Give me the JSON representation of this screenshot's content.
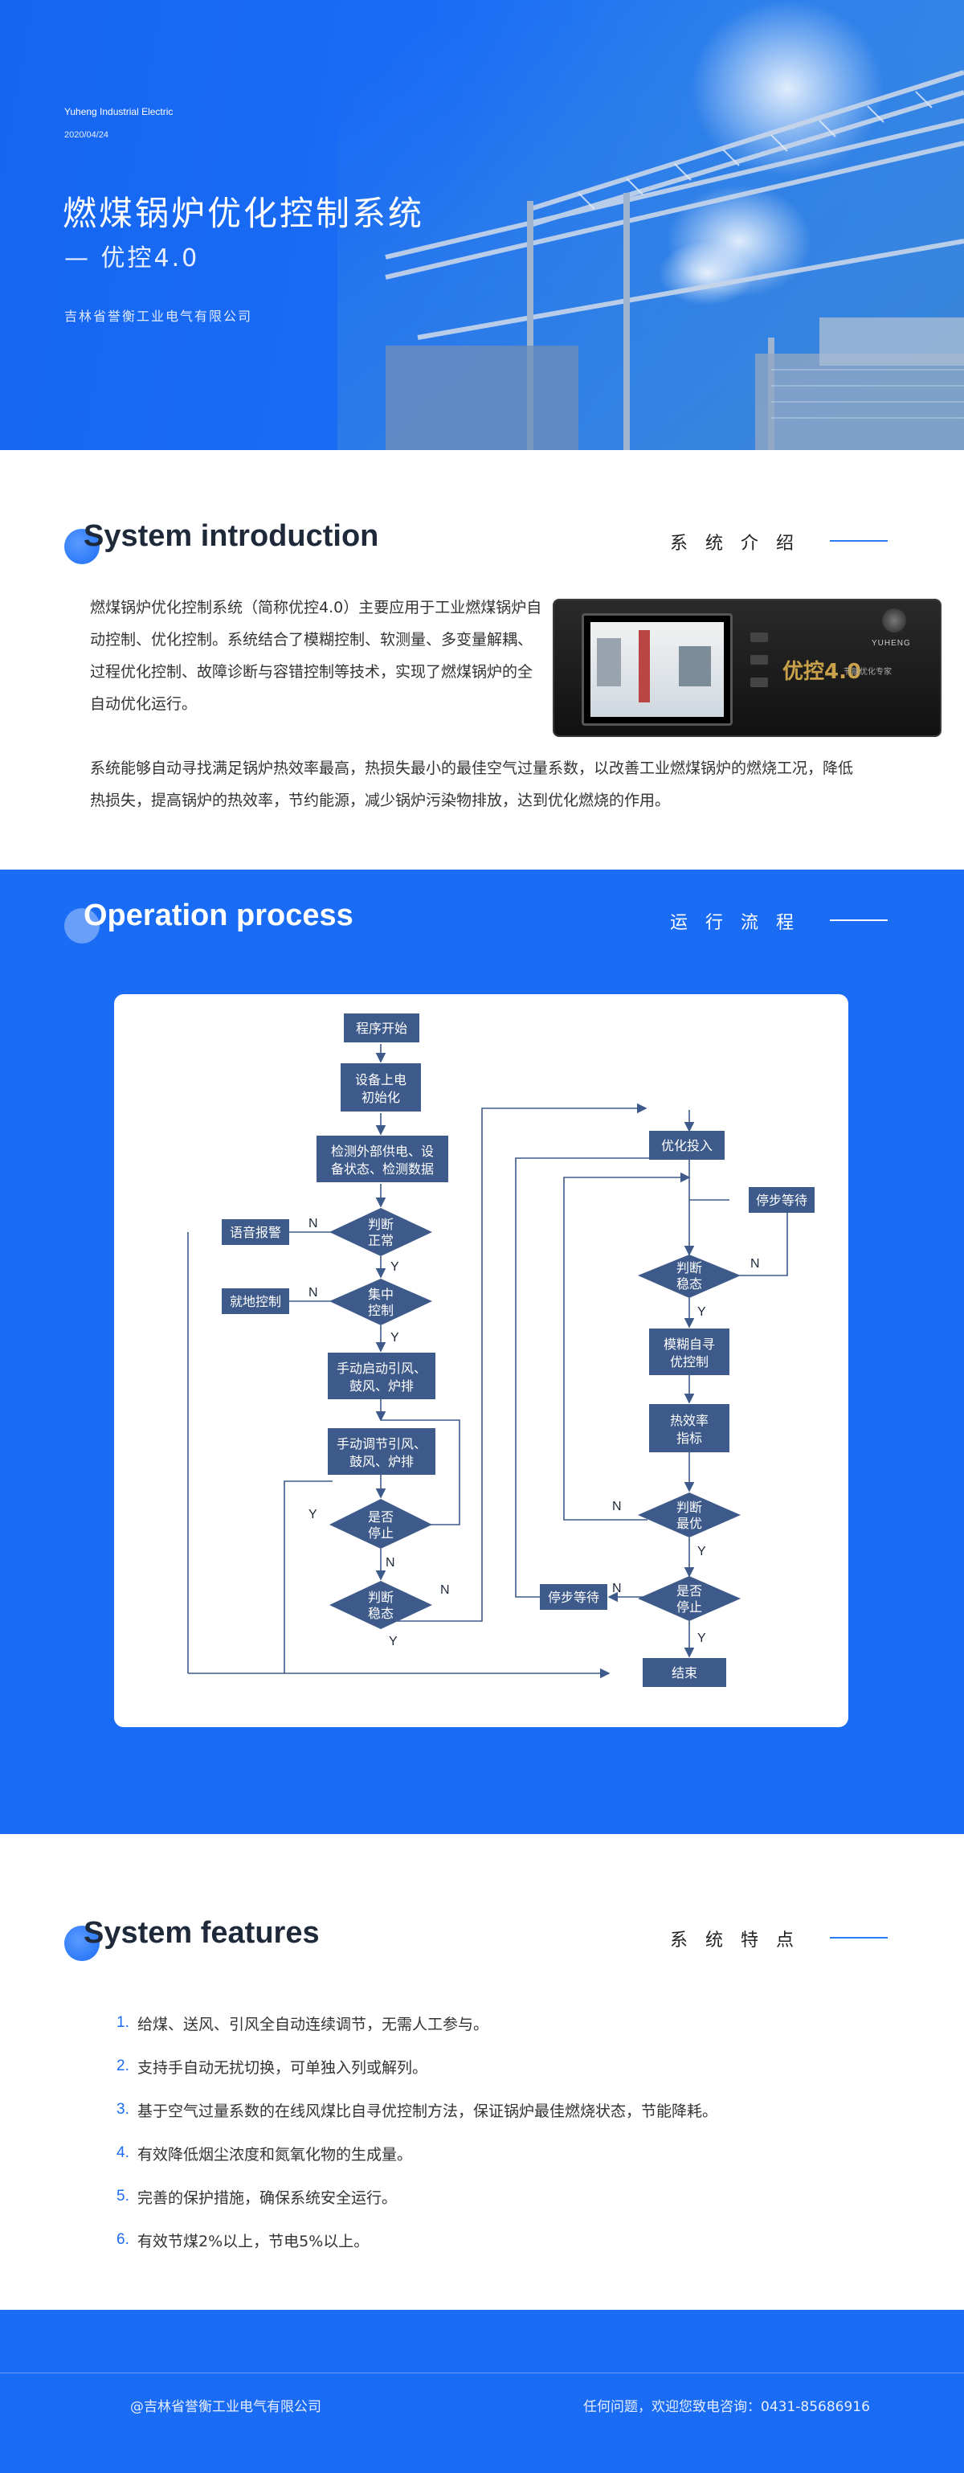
{
  "hero": {
    "company_en": "Yuheng Industrial Electric",
    "date": "2020/04/24",
    "title": "燃煤锅炉优化控制系统",
    "subtitle": "— 优控4.0",
    "company_cn": "吉林省誉衡工业电气有限公司"
  },
  "intro": {
    "heading_en": "System introduction",
    "heading_cn": "系统介绍",
    "paragraph1": "燃煤锅炉优化控制系统（简称优控4.0）主要应用于工业燃煤锅炉自动控制、优化控制。系统结合了模糊控制、软测量、多变量解耦、过程优化控制、故障诊断与容错控制等技术，实现了燃煤锅炉的全自动优化运行。",
    "paragraph2": "系统能够自动寻找满足锅炉热效率最高，热损失最小的最佳空气过量系数，以改善工业燃煤锅炉的燃烧工况，降低热损失，提高锅炉的热效率，节约能源，减少锅炉污染物排放，达到优化燃烧的作用。",
    "device": {
      "brand": "YUHENG",
      "model": "优控4.0",
      "tagline": "节能优化专家"
    }
  },
  "process": {
    "heading_en": "Operation process",
    "heading_cn": "运行流程",
    "nodes": {
      "start": "程序开始",
      "power_1": "设备上电",
      "power_2": "初始化",
      "detect_1": "检测外部供电、设",
      "detect_2": "备状态、检测数据",
      "judge_normal_1": "判断",
      "judge_normal_2": "正常",
      "alarm": "语音报警",
      "central_1": "集中",
      "central_2": "控制",
      "local": "就地控制",
      "manual_start_1": "手动启动引风、",
      "manual_start_2": "鼓风、炉排",
      "manual_adj_1": "手动调节引风、",
      "manual_adj_2": "鼓风、炉排",
      "stop_q_1": "是否",
      "stop_q_2": "停止",
      "stable_l_1": "判断",
      "stable_l_2": "稳态",
      "opt_in": "优化投入",
      "wait_top": "停步等待",
      "stable_r_1": "判断",
      "stable_r_2": "稳态",
      "fuzzy_1": "模糊自寻",
      "fuzzy_2": "优控制",
      "eff_1": "热效率",
      "eff_2": "指标",
      "best_1": "判断",
      "best_2": "最优",
      "stop_r_1": "是否",
      "stop_r_2": "停止",
      "wait_bottom": "停步等待",
      "end": "结束",
      "yes": "Y",
      "no": "N"
    }
  },
  "features": {
    "heading_en": "System features",
    "heading_cn": "系统特点",
    "items": [
      {
        "num": "1.",
        "text": "给煤、送风、引风全自动连续调节，无需人工参与。"
      },
      {
        "num": "2.",
        "text": "支持手自动无扰切换，可单独入列或解列。"
      },
      {
        "num": "3.",
        "text": "基于空气过量系数的在线风煤比自寻优控制方法，保证锅炉最佳燃烧状态，节能降耗。"
      },
      {
        "num": "4.",
        "text": "有效降低烟尘浓度和氮氧化物的生成量。"
      },
      {
        "num": "5.",
        "text": "完善的保护措施，确保系统安全运行。"
      },
      {
        "num": "6.",
        "text": "有效节煤2%以上，节电5%以上。"
      }
    ]
  },
  "footer": {
    "copyright": "@吉林省誉衡工业电气有限公司",
    "contact": "任何问题，欢迎您致电咨询：0431-85686916"
  },
  "colors": {
    "brand_blue": "#1a6cf5",
    "flow_node": "#3d5a8a"
  }
}
